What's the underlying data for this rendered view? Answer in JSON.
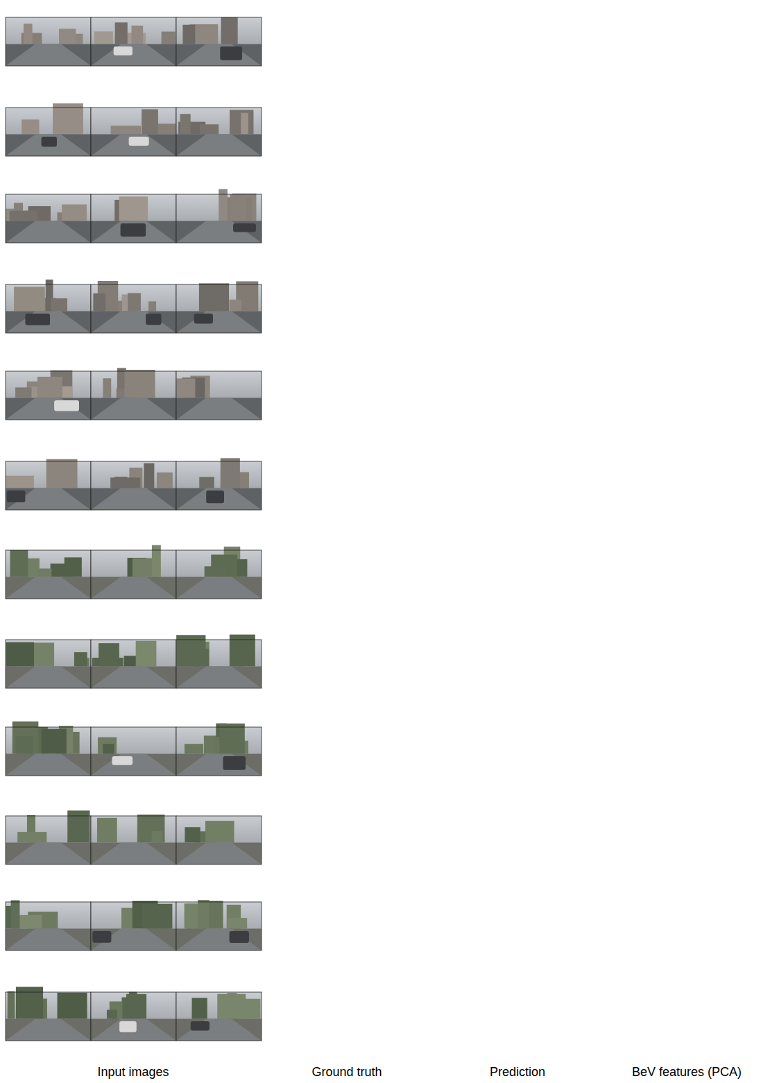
{
  "diagram": {
    "labels": [
      "Input images",
      "Ground truth",
      "Prediction",
      "BeV features (PCA)"
    ]
  }
}
